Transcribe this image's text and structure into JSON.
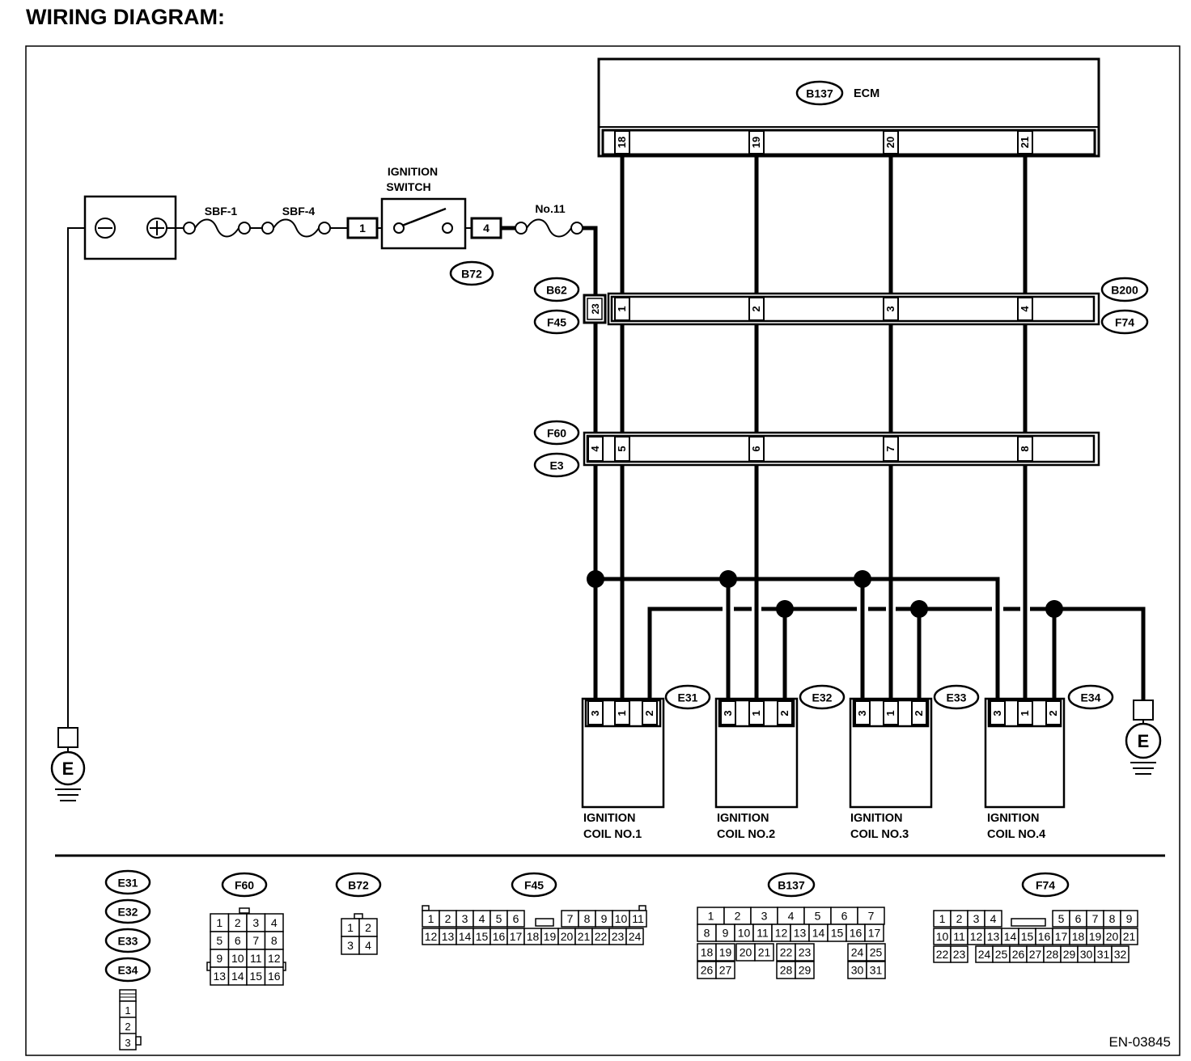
{
  "title": "WIRING DIAGRAM:",
  "code": "EN-03845",
  "ecm": {
    "connector": "B137",
    "label": "ECM",
    "pins": [
      "18",
      "19",
      "20",
      "21"
    ]
  },
  "battery": {
    "minus": "⊖",
    "plus": "⊕"
  },
  "fuses": {
    "sbf1": "SBF-1",
    "sbf4": "SBF-4",
    "no11": "No.11"
  },
  "ignition_switch": {
    "label_line1": "IGNITION",
    "label_line2": "SWITCH",
    "connector": "B72",
    "pin_in": "1",
    "pin_out": "4"
  },
  "joint1": {
    "left_top": "B62",
    "left_bottom": "F45",
    "right_top": "B200",
    "right_bottom": "F74",
    "power_pin": "23",
    "pins": [
      "1",
      "2",
      "3",
      "4"
    ]
  },
  "joint2": {
    "top": "F60",
    "bottom": "E3",
    "power_pin": "4",
    "pins": [
      "5",
      "6",
      "7",
      "8"
    ]
  },
  "ground": "E",
  "coils": [
    {
      "connector": "E31",
      "pins": [
        "3",
        "1",
        "2"
      ],
      "line1": "IGNITION",
      "line2": "COIL NO.1"
    },
    {
      "connector": "E32",
      "pins": [
        "3",
        "1",
        "2"
      ],
      "line1": "IGNITION",
      "line2": "COIL NO.2"
    },
    {
      "connector": "E33",
      "pins": [
        "3",
        "1",
        "2"
      ],
      "line1": "IGNITION",
      "line2": "COIL NO.3"
    },
    {
      "connector": "E34",
      "pins": [
        "3",
        "1",
        "2"
      ],
      "line1": "IGNITION",
      "line2": "COIL NO.4"
    }
  ],
  "legend": {
    "coil_labels": [
      "E31",
      "E32",
      "E33",
      "E34"
    ],
    "coil_pins": [
      "1",
      "2",
      "3"
    ],
    "f60": {
      "label": "F60",
      "pins": [
        "1",
        "2",
        "3",
        "4",
        "5",
        "6",
        "7",
        "8",
        "9",
        "10",
        "11",
        "12",
        "13",
        "14",
        "15",
        "16"
      ]
    },
    "b72": {
      "label": "B72",
      "pins": [
        "1",
        "2",
        "3",
        "4"
      ]
    },
    "f45": {
      "label": "F45",
      "row1": [
        "1",
        "2",
        "3",
        "4",
        "5",
        "6",
        "7",
        "8",
        "9",
        "10",
        "11"
      ],
      "row2": [
        "12",
        "13",
        "14",
        "15",
        "16",
        "17",
        "18",
        "19",
        "20",
        "21",
        "22",
        "23",
        "24"
      ]
    },
    "b137": {
      "label": "B137",
      "row1": [
        "1",
        "2",
        "3",
        "4",
        "5",
        "6",
        "7"
      ],
      "row2": [
        "8",
        "9",
        "10",
        "11",
        "12",
        "13",
        "14",
        "15",
        "16",
        "17"
      ],
      "row3": [
        "18",
        "19",
        "20",
        "21",
        "22",
        "23",
        "24",
        "25"
      ],
      "row4": [
        "26",
        "27",
        "28",
        "29",
        "30",
        "31"
      ]
    },
    "f74": {
      "label": "F74",
      "row1": [
        "1",
        "2",
        "3",
        "4",
        "5",
        "6",
        "7",
        "8",
        "9"
      ],
      "row2": [
        "10",
        "11",
        "12",
        "13",
        "14",
        "15",
        "16",
        "17",
        "18",
        "19",
        "20",
        "21"
      ],
      "row3": [
        "22",
        "23",
        "24",
        "25",
        "26",
        "27",
        "28",
        "29",
        "30",
        "31",
        "32"
      ]
    }
  }
}
